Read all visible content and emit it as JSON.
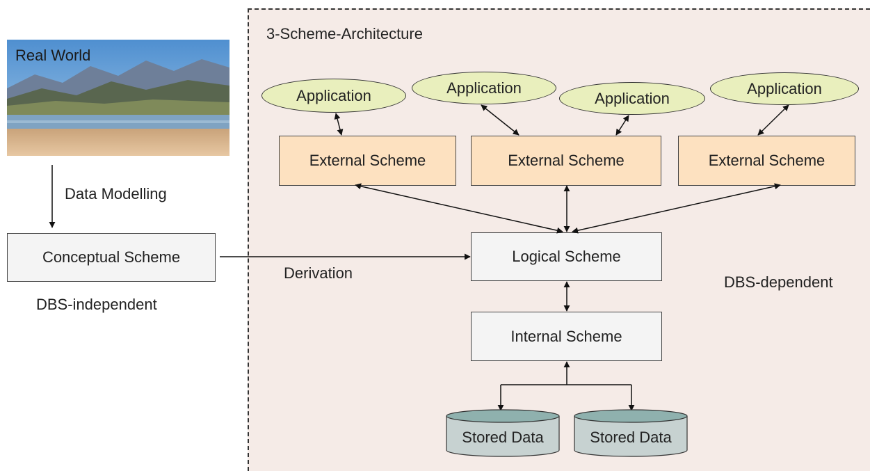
{
  "diagram": {
    "real_world": "Real World",
    "data_modelling": "Data Modelling",
    "conceptual_scheme": "Conceptual Scheme",
    "dbs_independent": "DBS-independent",
    "derivation": "Derivation",
    "architecture_title": "3-Scheme-Architecture",
    "dbs_dependent": "DBS-dependent",
    "applications": [
      "Application",
      "Application",
      "Application",
      "Application"
    ],
    "external_schemes": [
      "External Scheme",
      "External Scheme",
      "External Scheme"
    ],
    "logical_scheme": "Logical Scheme",
    "internal_scheme": "Internal Scheme",
    "stored_data": [
      "Stored Data",
      "Stored Data"
    ]
  },
  "colors": {
    "region_background": "#f5ebe7",
    "external_scheme_fill": "#fde1c0",
    "application_fill": "#e9efbd",
    "scheme_fill": "#f4f4f4",
    "storage_fill": "#c7d2d1",
    "storage_top": "#8fb1ae"
  }
}
